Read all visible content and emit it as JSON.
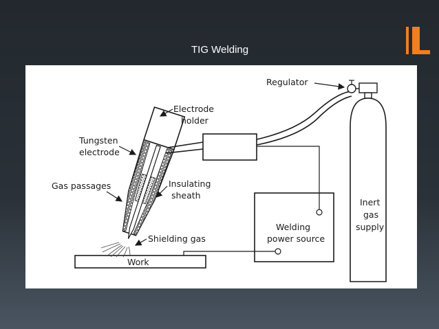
{
  "slide": {
    "title": "TIG Welding"
  },
  "diagram": {
    "labels": {
      "regulator": "Regulator",
      "electrode_holder_1": "Electrode",
      "electrode_holder_2": "holder",
      "tungsten_1": "Tungsten",
      "tungsten_2": "electrode",
      "gas_passages": "Gas passages",
      "insulating_1": "Insulating",
      "insulating_2": "sheath",
      "shielding_gas": "Shielding gas",
      "work": "Work",
      "power_1": "Welding",
      "power_2": "power source",
      "gas_supply_1": "Inert",
      "gas_supply_2": "gas",
      "gas_supply_3": "supply"
    }
  },
  "colors": {
    "accent": "#f07f1f",
    "background": "#262d33",
    "line": "#1a1a1a"
  }
}
